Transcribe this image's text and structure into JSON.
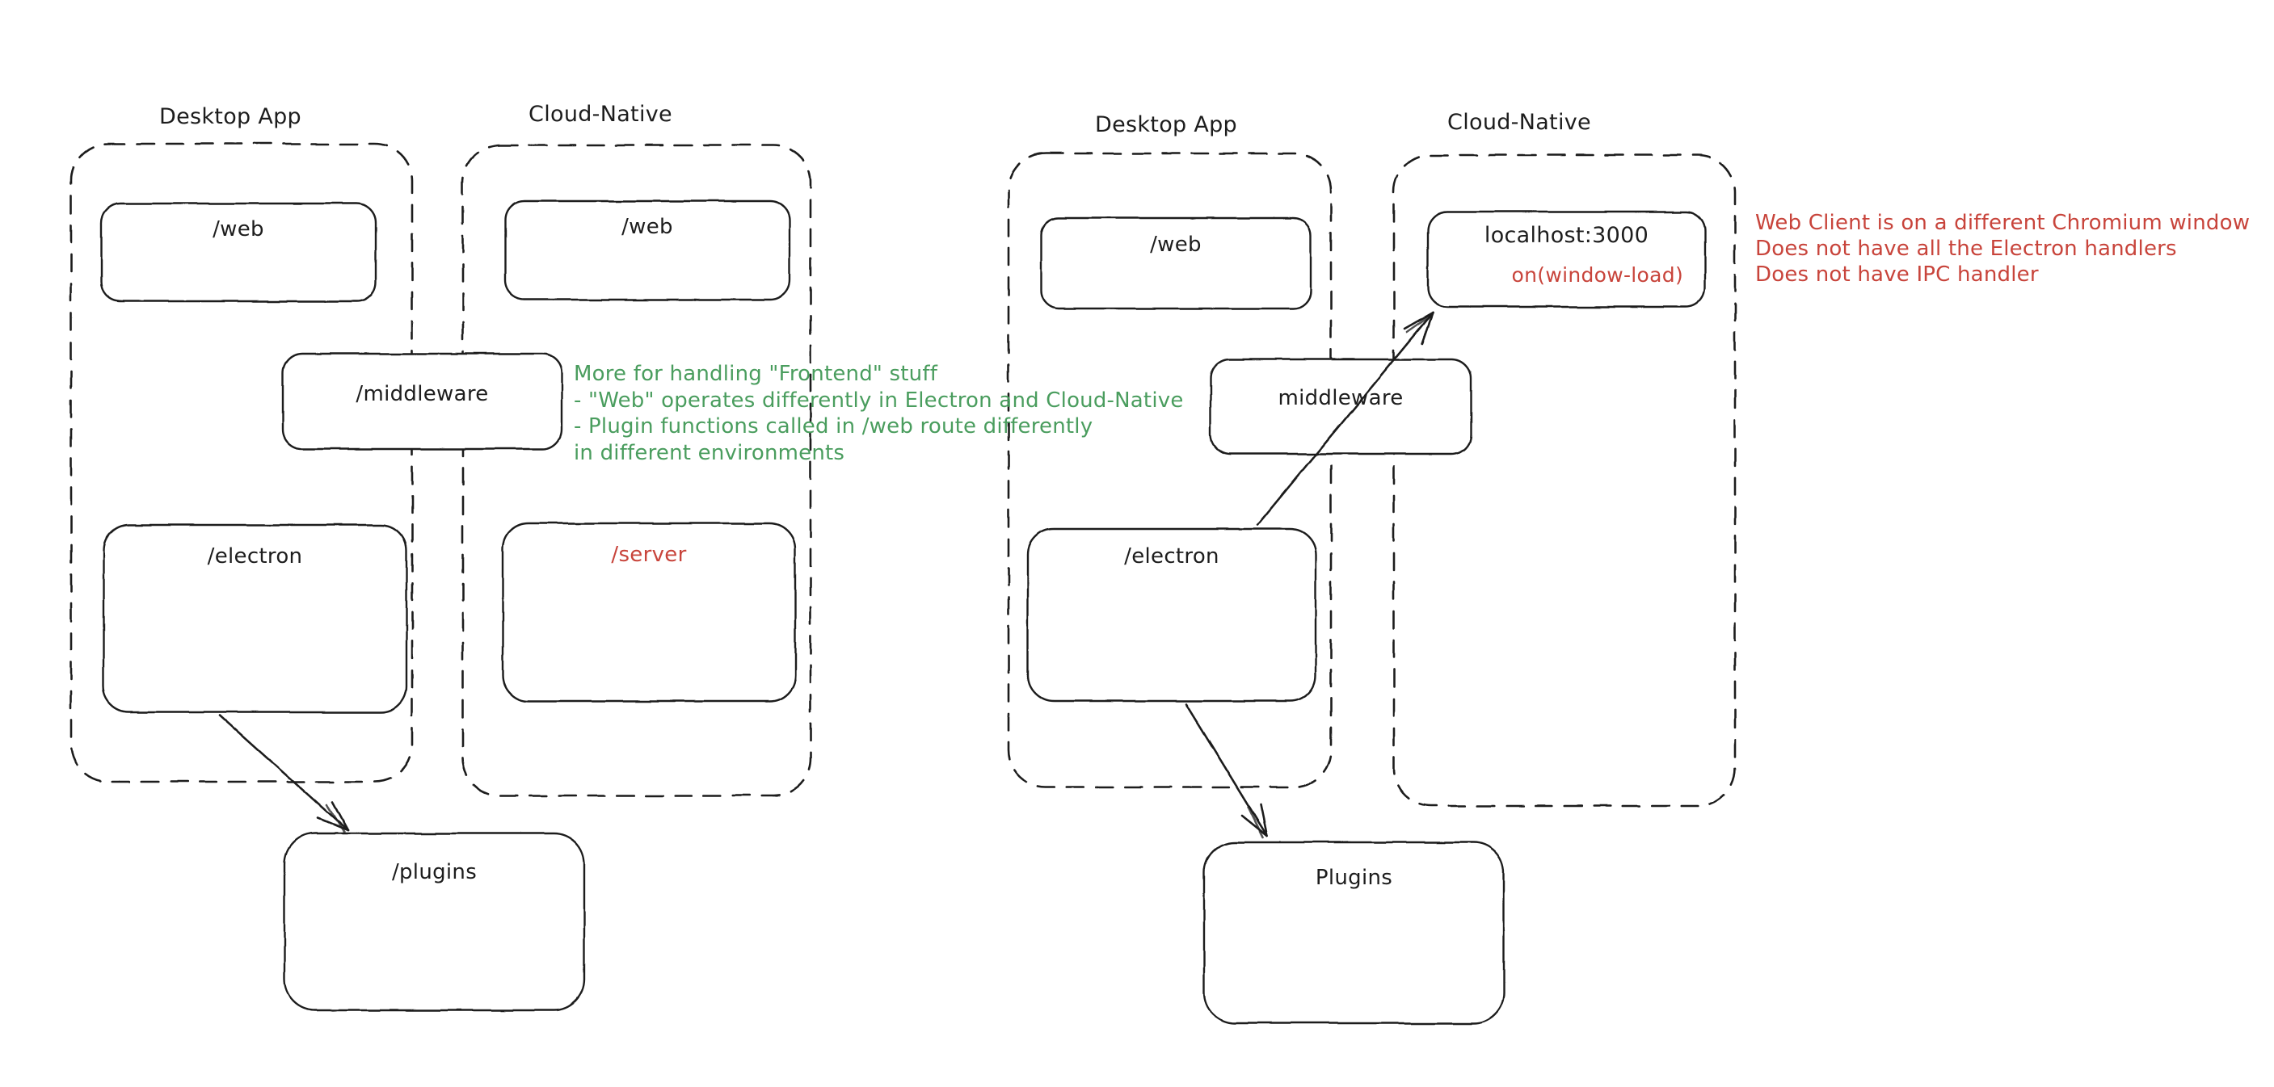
{
  "palette": {
    "background": "#ffffff",
    "ink": "#1d1d1d",
    "green": "#4a9d5e",
    "red": "#c8443b"
  },
  "left_diagram": {
    "desktop_label": "Desktop App",
    "cloud_label": "Cloud-Native",
    "boxes": {
      "web_desktop": "/web",
      "web_cloud": "/web",
      "middleware": "/middleware",
      "electron": "/electron",
      "server": "/server",
      "plugins": "/plugins"
    },
    "note": {
      "lines": [
        "More for handling \"Frontend\" stuff",
        "- \"Web\" operates differently in Electron and Cloud-Native",
        "- Plugin functions called in /web route differently",
        "in different environments"
      ]
    }
  },
  "right_diagram": {
    "desktop_label": "Desktop App",
    "cloud_label": "Cloud-Native",
    "boxes": {
      "web_desktop": "/web",
      "localhost": "localhost:3000",
      "localhost_event": "on(window-load)",
      "middleware": "middleware",
      "electron": "/electron",
      "plugins": "Plugins"
    },
    "note": {
      "lines": [
        "Web Client is on a different Chromium window",
        "Does not have all the Electron handlers",
        "Does not have IPC handler"
      ]
    }
  }
}
